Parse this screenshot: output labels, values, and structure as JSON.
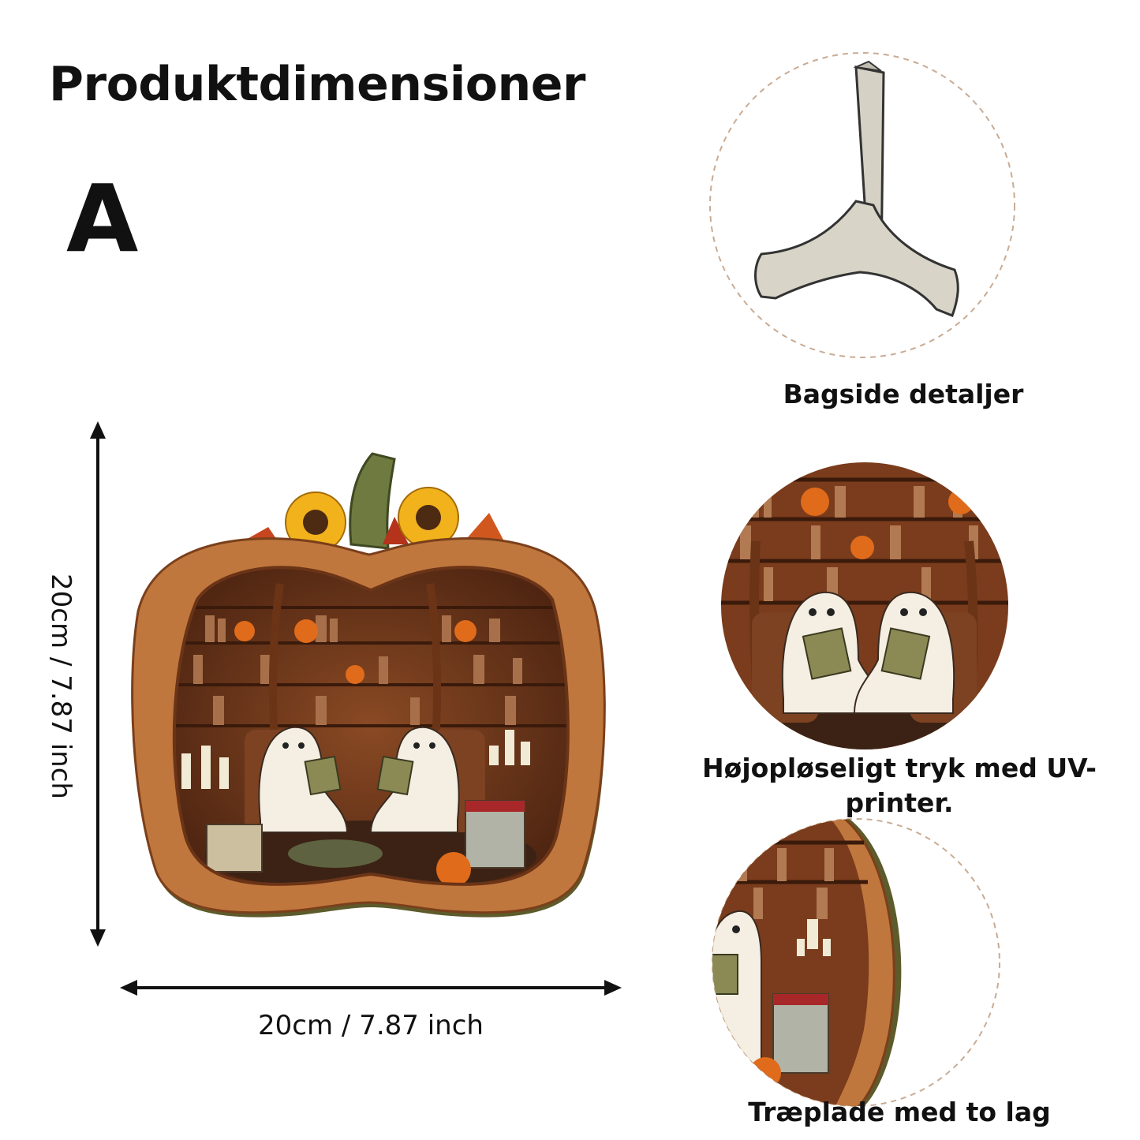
{
  "title": "Produktdimensioner",
  "variant": "A",
  "dimensions": {
    "width_label": "20cm / 7.87 inch",
    "height_label": "20cm / 7.87 inch"
  },
  "details": [
    {
      "caption": "Bagside detaljer",
      "icon": "stand-icon"
    },
    {
      "caption": "Højopløseligt tryk med UV-printer.",
      "icon": "print-detail-image"
    },
    {
      "caption": "Træplade med to lag",
      "icon": "layer-detail-image"
    }
  ],
  "colors": {
    "wood": "#b86b35",
    "wood_dark": "#7a3f1b",
    "shelf": "#5b2e16",
    "ghost": "#f4efe2",
    "dashed_circle": "#c9ab93",
    "arrow": "#111111"
  }
}
